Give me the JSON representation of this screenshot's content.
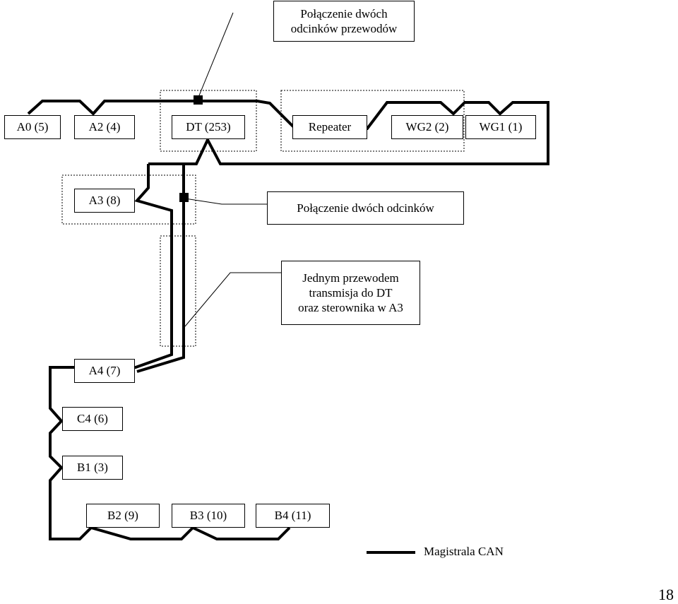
{
  "nodes": {
    "a0": "A0 (5)",
    "a2": "A2 (4)",
    "dt": "DT (253)",
    "repeater": "Repeater",
    "wg2": "WG2 (2)",
    "wg1": "WG1 (1)",
    "a3": "A3 (8)",
    "a4": "A4 (7)",
    "c4": "C4 (6)",
    "b1": "B1 (3)",
    "b2": "B2 (9)",
    "b3": "B3 (10)",
    "b4": "B4 (11)"
  },
  "notes": {
    "top_junction": "Połączenie dwóch\nodcinków przewodów",
    "mid_junction": "Połączenie dwóch odcinków",
    "single_wire": "Jednym przewodem\ntransmisja do DT\noraz sterownika w A3"
  },
  "legend": {
    "label": "Magistrala CAN"
  },
  "page_number": "18"
}
